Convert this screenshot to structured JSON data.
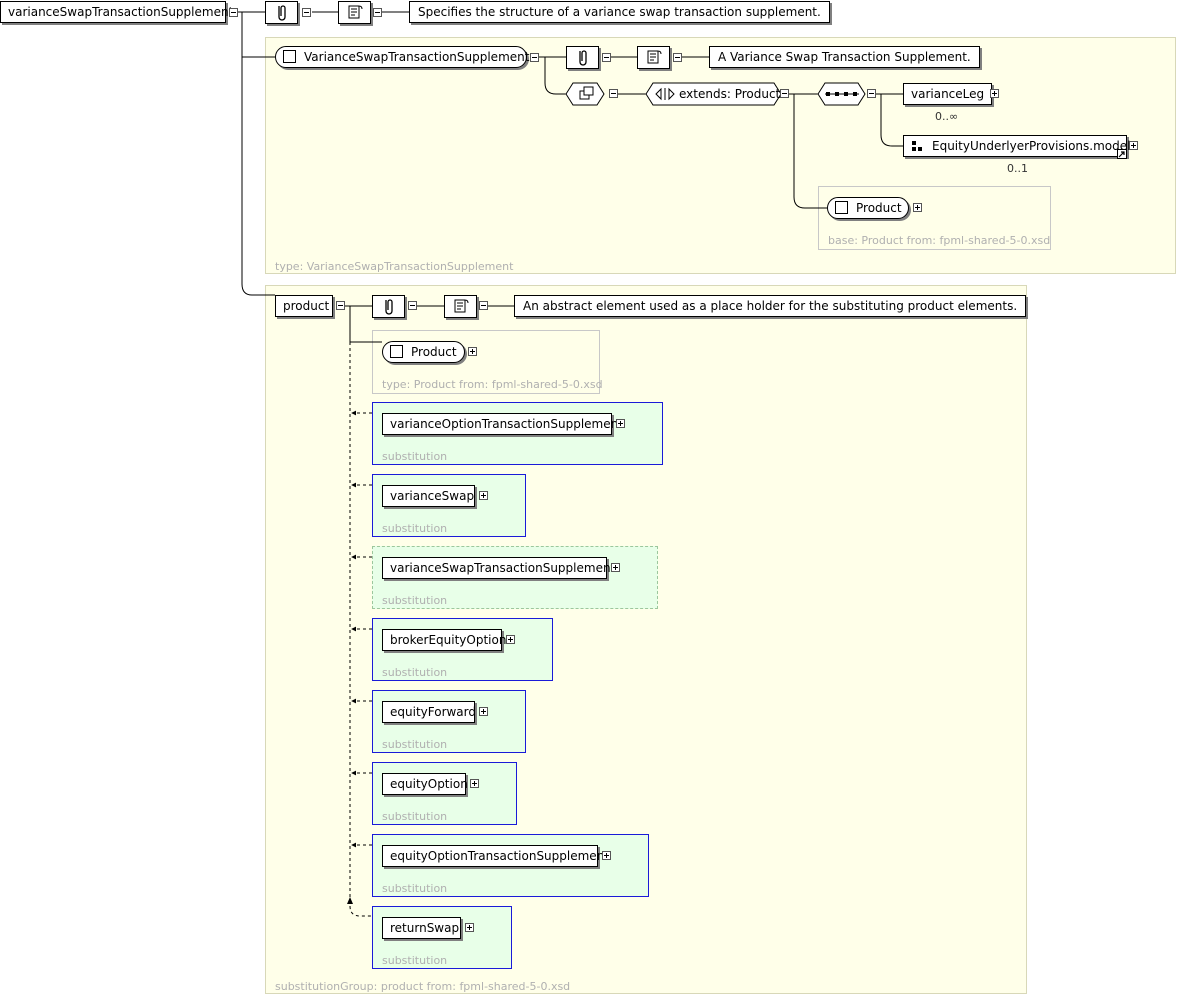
{
  "root": {
    "name": "varianceSwapTransactionSupplement",
    "documentation": "Specifies the structure of a variance swap transaction supplement."
  },
  "type_panel": {
    "complex_type": "VarianceSwapTransactionSupplement",
    "documentation": "A Variance Swap Transaction Supplement.",
    "extends_label": "extends: Product",
    "children": [
      {
        "name": "varianceLeg",
        "occurrence": "0..∞"
      },
      {
        "name": "EquityUnderlyerProvisions.model",
        "occurrence": "0..1"
      }
    ],
    "base_box": {
      "name": "Product",
      "caption": "base: Product from: fpml-shared-5-0.xsd"
    },
    "caption": "type: VarianceSwapTransactionSupplement"
  },
  "product_panel": {
    "name": "product",
    "documentation": "An abstract element used as a place holder for the substituting product elements.",
    "type_box": {
      "name": "Product",
      "caption": "type: Product from: fpml-shared-5-0.xsd"
    },
    "substitutions": [
      {
        "name": "varianceOptionTransactionSupplement",
        "caption": "substitution"
      },
      {
        "name": "varianceSwap",
        "caption": "substitution"
      },
      {
        "name": "varianceSwapTransactionSupplement",
        "caption": "substitution"
      },
      {
        "name": "brokerEquityOption",
        "caption": "substitution"
      },
      {
        "name": "equityForward",
        "caption": "substitution"
      },
      {
        "name": "equityOption",
        "caption": "substitution"
      },
      {
        "name": "equityOptionTransactionSupplement",
        "caption": "substitution"
      },
      {
        "name": "returnSwap",
        "caption": "substitution"
      }
    ],
    "caption": "substitutionGroup: product from: fpml-shared-5-0.xsd"
  },
  "colors": {
    "panel_bg": "#ffffe9",
    "substitution_bg": "#e8ffe8",
    "substitution_border": "#1a1ad8",
    "caption": "#b0b0b0"
  },
  "icons": [
    "annotation-icon",
    "documentation-icon",
    "sequence-icon",
    "complex-type-extension-icon",
    "group-icon",
    "reference-arrow-icon",
    "expand-icon",
    "collapse-icon"
  ]
}
